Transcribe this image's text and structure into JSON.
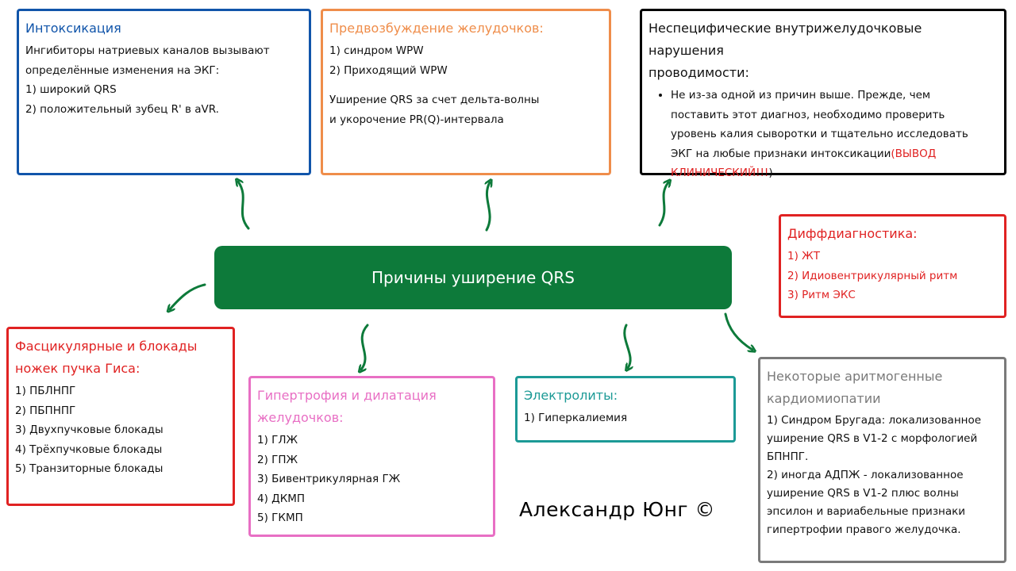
{
  "center": {
    "label": "Причины уширение QRS"
  },
  "intoxication": {
    "title": "Интоксикация",
    "lines": [
      "Ингибиторы натриевых каналов вызывают",
      "определённые изменения на ЭКГ:",
      "1) широкий QRS",
      "2) положительный зубец R' в aVR."
    ]
  },
  "preexcitation": {
    "title": "Предвозбуждение желудочков:",
    "lines": [
      "1) синдром WPW",
      "2) Приходящий WPW"
    ],
    "note_lines": [
      "Уширение QRS за счет дельта-волны",
      "и укорочение PR(Q)-интервала"
    ]
  },
  "nonspecific": {
    "title_lines": [
      "Неспецифические внутрижелудочковые нарушения",
      "проводимости:"
    ],
    "bullet_lines": [
      "Не из-за одной из причин выше. Прежде, чем",
      "поставить этот диагноз, необходимо проверить",
      "уровень калия сыворотки и тщательно исследовать",
      "ЭКГ на любые признаки интоксикации"
    ],
    "highlight_1": "(ВЫВОД",
    "highlight_2": "КЛИНИЧЕСКИЙ!!!",
    "close_paren": ")"
  },
  "differential": {
    "title": "Диффдиагностика:",
    "lines": [
      "1) ЖТ",
      "2) Идиовентрикулярный ритм",
      "3) Ритм ЭКС"
    ]
  },
  "fascicular": {
    "title_lines": [
      "Фасцикулярные и блокады",
      "ножек пучка Гиса:"
    ],
    "lines": [
      "1) ПБЛНПГ",
      "2) ПБПНПГ",
      "3) Двухпучковые блокады",
      "4) Трёхпучковые блокады",
      "5) Транзиторные блокады"
    ]
  },
  "hypertrophy": {
    "title_lines": [
      "Гипертрофия и дилатация",
      "желудочков:"
    ],
    "lines": [
      "1) ГЛЖ",
      "2) ГПЖ",
      "3) Бивентрикулярная ГЖ",
      "4) ДКМП",
      "5) ГКМП"
    ]
  },
  "electrolytes": {
    "title": "Электролиты:",
    "lines": [
      "1) Гиперкалиемия"
    ]
  },
  "arrhythmogenic": {
    "title_lines": [
      "Некоторые аритмогенные",
      "кардиомиопатии"
    ],
    "lines": [
      "1) Синдром Бругада: локализованное",
      "уширение QRS в V1-2 с морфологией",
      "БПНПГ.",
      "2) иногда АДПЖ - локализованное",
      "уширение QRS в V1-2 плюс волны",
      "эпсилон и вариабельные признаки",
      "гипертрофии правого желудочка."
    ]
  },
  "author": {
    "label": "Александр Юнг ©"
  },
  "colors": {
    "arrow": "#0d7a3a",
    "center": "#0d7a3a",
    "intoxication": "#1155aa",
    "preexcitation": "#ef8d4a",
    "red": "#e02222",
    "hypertrophy": "#e86fc4",
    "electrolytes": "#1c9a96",
    "arrhythmogenic": "#7a7a7a"
  }
}
